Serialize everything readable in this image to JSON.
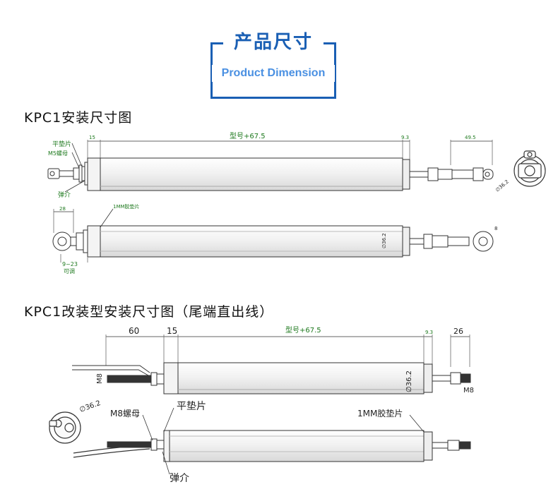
{
  "header": {
    "title_cn": "产品尺寸",
    "title_en": "Product Dimension"
  },
  "section1": {
    "title": "KPC1安装尺寸图",
    "dims": {
      "d15": "15",
      "model": "型号+67.5",
      "d93": "9.3",
      "d495": "49.5",
      "d28": "28",
      "dia": "36.2",
      "d8": "8",
      "adj_range": "9~23",
      "adj_label": "可调"
    },
    "labels": {
      "flat_washer": "平垫片",
      "m5_nut": "M5螺母",
      "spring_washer": "弹介",
      "rubber_pad": "1MM胶垫片"
    }
  },
  "section2": {
    "title": "KPC1改装型安装尺寸图（尾端直出线）",
    "dims": {
      "d60": "60",
      "d15": "15",
      "model": "型号+67.5",
      "d93": "9.3",
      "d26": "26",
      "m8_left": "M8",
      "m8_right": "M8",
      "dia": "36.2"
    },
    "labels": {
      "m8_nut": "M8螺母",
      "flat_washer": "平垫片",
      "rubber_pad": "1MM胶垫片",
      "spring_washer": "弹介"
    }
  },
  "colors": {
    "title_blue": "#1a5fb4",
    "subtitle_blue": "#4a90e2",
    "annotation_green": "#1f7a1f",
    "body_fill": "#f2f2f2",
    "outline": "#333333"
  }
}
